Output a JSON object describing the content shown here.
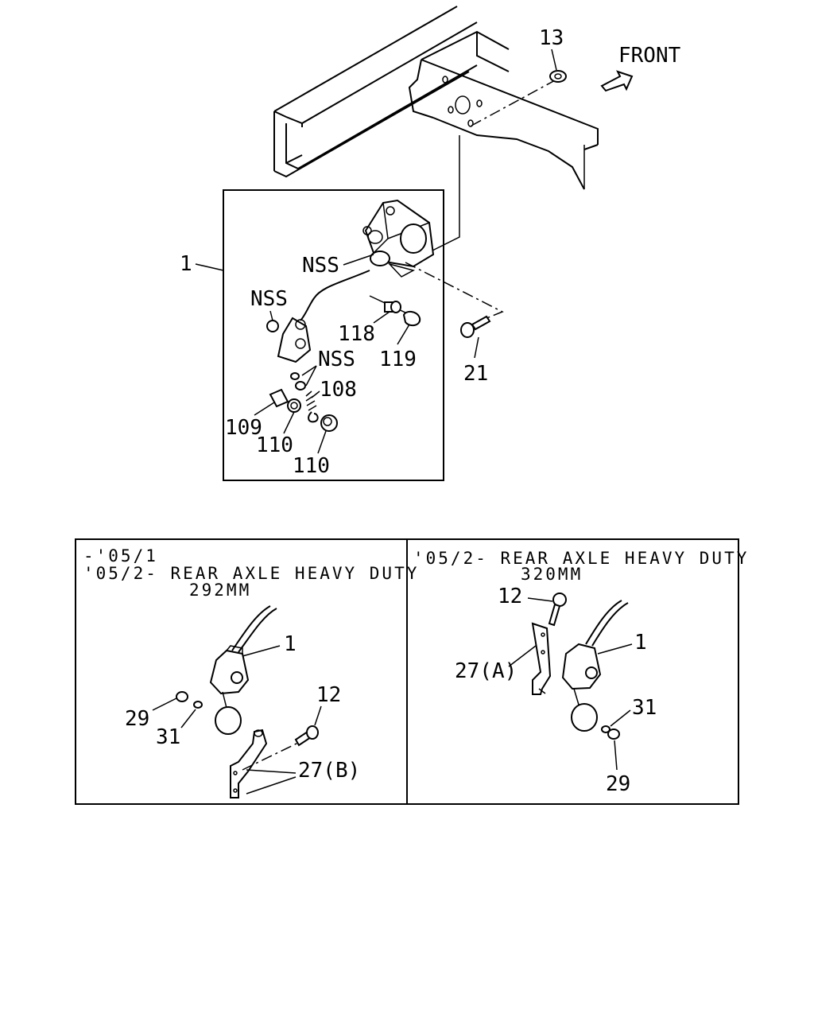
{
  "main": {
    "front_label": "FRONT",
    "callouts": {
      "c1": "1",
      "c13": "13",
      "c21": "21",
      "nss_a": "NSS",
      "nss_b": "NSS",
      "nss_c": "NSS",
      "c118": "118",
      "c119": "119",
      "c108": "108",
      "c109": "109",
      "c110_a": "110",
      "c110_b": "110"
    }
  },
  "left_panel": {
    "header_line1": "-'05/1",
    "header_line2": "'05/2- REAR AXLE HEAVY DUTY",
    "header_line3": "292MM",
    "callouts": {
      "c1": "1",
      "c12": "12",
      "c29": "29",
      "c31": "31",
      "c27b": "27(B)"
    }
  },
  "right_panel": {
    "header_line1": "'05/2- REAR AXLE HEAVY DUTY",
    "header_line2": "320MM",
    "callouts": {
      "c12": "12",
      "c1": "1",
      "c27a": "27(A)",
      "c31": "31",
      "c29": "29"
    }
  }
}
